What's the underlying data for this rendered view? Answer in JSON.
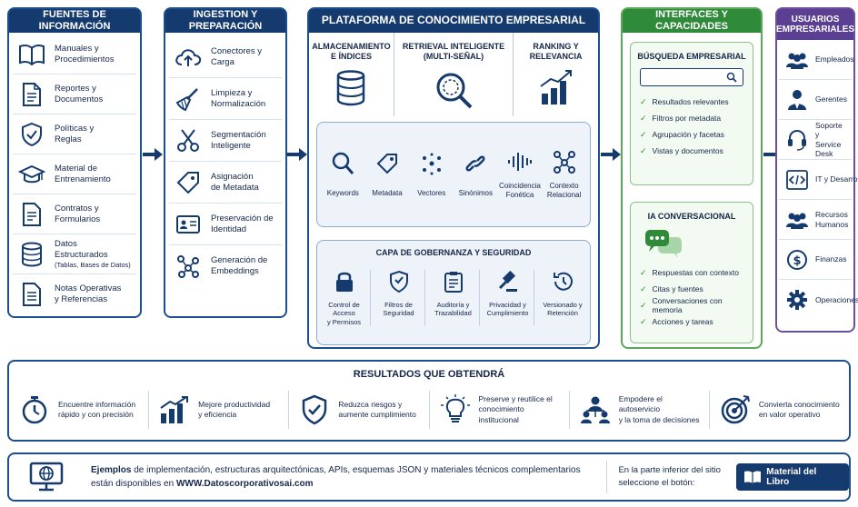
{
  "sources": {
    "title": "FUENTES DE INFORMACIÓN",
    "items": [
      {
        "l1": "Manuales y",
        "l2": "Procedimientos",
        "note": "",
        "icon": "book-icon"
      },
      {
        "l1": "Reportes y",
        "l2": "Documentos",
        "note": "",
        "icon": "document-icon"
      },
      {
        "l1": "Políticas y",
        "l2": "Reglas",
        "note": "",
        "icon": "shield-check-icon"
      },
      {
        "l1": "Material de",
        "l2": "Entrenamiento",
        "note": "",
        "icon": "graduation-cap-icon"
      },
      {
        "l1": "Contratos y",
        "l2": "Formularios",
        "note": "",
        "icon": "contract-icon"
      },
      {
        "l1": "Datos Estructurados",
        "l2": "",
        "note": "(Tablas, Bases de Datos)",
        "icon": "database-icon"
      },
      {
        "l1": "Notas Operativas",
        "l2": "y Referencias",
        "note": "",
        "icon": "notes-icon"
      }
    ]
  },
  "ingestion": {
    "title": "INGESTION Y PREPARACIÓN",
    "items": [
      {
        "l1": "Conectores y Carga",
        "l2": "",
        "icon": "cloud-upload-icon"
      },
      {
        "l1": "Limpieza y",
        "l2": "Normalización",
        "icon": "broom-icon"
      },
      {
        "l1": "Segmentación",
        "l2": "Inteligente",
        "icon": "scissors-icon"
      },
      {
        "l1": "Asignación",
        "l2": "de Metadata",
        "icon": "tag-icon"
      },
      {
        "l1": "Preservación de",
        "l2": "Identidad",
        "icon": "id-card-icon"
      },
      {
        "l1": "Generación de",
        "l2": "Embeddings",
        "icon": "network-icon"
      }
    ]
  },
  "platform": {
    "title": "PLATAFORMA DE CONOCIMIENTO EMPRESARIAL",
    "storage": {
      "l1": "ALMACENAMIENTO",
      "l2": "E ÍNDICES"
    },
    "retrieval": {
      "l1": "RETRIEVAL INTELIGENTE",
      "l2": "(MULTI-SEÑAL)"
    },
    "ranking": {
      "l1": "RANKING Y",
      "l2": "RELEVANCIA"
    },
    "signals": [
      {
        "l1": "Keywords",
        "l2": "",
        "icon": "search-icon"
      },
      {
        "l1": "Metadata",
        "l2": "",
        "icon": "tag-icon"
      },
      {
        "l1": "Vectores",
        "l2": "",
        "icon": "vectors-icon"
      },
      {
        "l1": "Sinónimos",
        "l2": "",
        "icon": "link-icon"
      },
      {
        "l1": "Coincidencia",
        "l2": "Fonética",
        "icon": "sound-wave-icon"
      },
      {
        "l1": "Contexto",
        "l2": "Relacional",
        "icon": "graph-icon"
      }
    ],
    "governance": {
      "title": "CAPA DE GOBERNANZA Y SEGURIDAD",
      "items": [
        {
          "l1": "Control de Acceso",
          "l2": "y Permisos",
          "icon": "lock-icon"
        },
        {
          "l1": "Filtros de",
          "l2": "Seguridad",
          "icon": "shield-filter-icon"
        },
        {
          "l1": "Auditoría y",
          "l2": "Trazabilidad",
          "icon": "clipboard-icon"
        },
        {
          "l1": "Privacidad y",
          "l2": "Cumplimiento",
          "icon": "gavel-icon"
        },
        {
          "l1": "Versionado y",
          "l2": "Retención",
          "icon": "history-icon"
        }
      ]
    }
  },
  "interfaces": {
    "title": "INTERFACES Y CAPACIDADES",
    "search": {
      "title": "BÚSQUEDA EMPRESARIAL",
      "items": [
        "Resultados relevantes",
        "Filtros por metadata",
        "Agrupación y facetas",
        "Vistas y documentos"
      ]
    },
    "conversational": {
      "title": "IA CONVERSACIONAL",
      "items": [
        "Respuestas con contexto",
        "Citas y fuentes",
        "Conversaciones con memoria",
        "Acciones y tareas"
      ]
    }
  },
  "users": {
    "title_l1": "USUARIOS",
    "title_l2": "EMPRESARIALES",
    "items": [
      {
        "l1": "Empleados",
        "l2": "",
        "icon": "people-icon"
      },
      {
        "l1": "Gerentes",
        "l2": "",
        "icon": "manager-icon"
      },
      {
        "l1": "Soporte y",
        "l2": "Service Desk",
        "icon": "headset-icon"
      },
      {
        "l1": "IT y Desarrollo",
        "l2": "",
        "icon": "code-icon"
      },
      {
        "l1": "Recursos",
        "l2": "Humanos",
        "icon": "hr-people-icon"
      },
      {
        "l1": "Finanzas",
        "l2": "",
        "icon": "dollar-icon"
      },
      {
        "l1": "Operaciones",
        "l2": "",
        "icon": "gear-icon"
      }
    ]
  },
  "results": {
    "title": "RESULTADOS QUE OBTENDRÁ",
    "items": [
      {
        "l1": "Encuentre información",
        "l2": "rápido y con precisión",
        "icon": "stopwatch-icon"
      },
      {
        "l1": "Mejore productividad",
        "l2": "y eficiencia",
        "icon": "growth-chart-icon"
      },
      {
        "l1": "Reduzca riesgos y",
        "l2": "aumente cumplimiento",
        "icon": "shield-check-icon"
      },
      {
        "l1": "Preserve y reutilice el",
        "l2": "conocimiento institucional",
        "icon": "lightbulb-icon"
      },
      {
        "l1": "Empodere el autoservicio",
        "l2": "y la toma de decisiones",
        "icon": "team-icon"
      },
      {
        "l1": "Convierta conocimiento",
        "l2": "en valor operativo",
        "icon": "target-icon"
      }
    ]
  },
  "footer": {
    "bold_start": "Ejemplos",
    "line1_rest": " de implementación, estructuras arquitectónicas, APIs, esquemas JSON y materiales técnicos complementarios",
    "line2_start": "están disponibles en ",
    "url": "WWW.Datoscorporativosai.com",
    "right_l1": "En la parte inferior del sitio",
    "right_l2": "seleccione el botón:",
    "button_label": "Material del Libro"
  },
  "colors": {
    "navy": "#153a6e",
    "border": "#1d4f8f",
    "green": "#2f8a3a",
    "green_border": "#5aa85a"
  }
}
